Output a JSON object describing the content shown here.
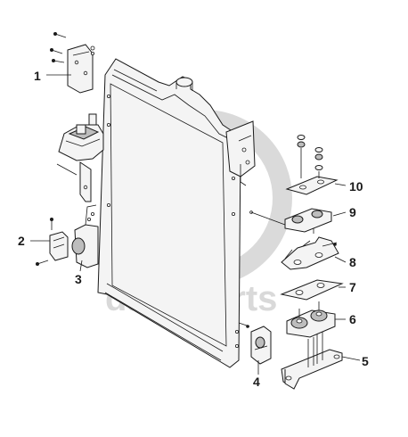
{
  "diagram": {
    "callouts": [
      {
        "id": "c1",
        "label": "1"
      },
      {
        "id": "c2",
        "label": "2"
      },
      {
        "id": "c3",
        "label": "3"
      },
      {
        "id": "c4",
        "label": "4"
      },
      {
        "id": "c5",
        "label": "5"
      },
      {
        "id": "c6",
        "label": "6"
      },
      {
        "id": "c7",
        "label": "7"
      },
      {
        "id": "c8",
        "label": "8"
      },
      {
        "id": "c9",
        "label": "9"
      },
      {
        "id": "c10",
        "label": "10"
      }
    ]
  },
  "watermark": {
    "text": "data-parts",
    "color": "#d9d9d9"
  }
}
